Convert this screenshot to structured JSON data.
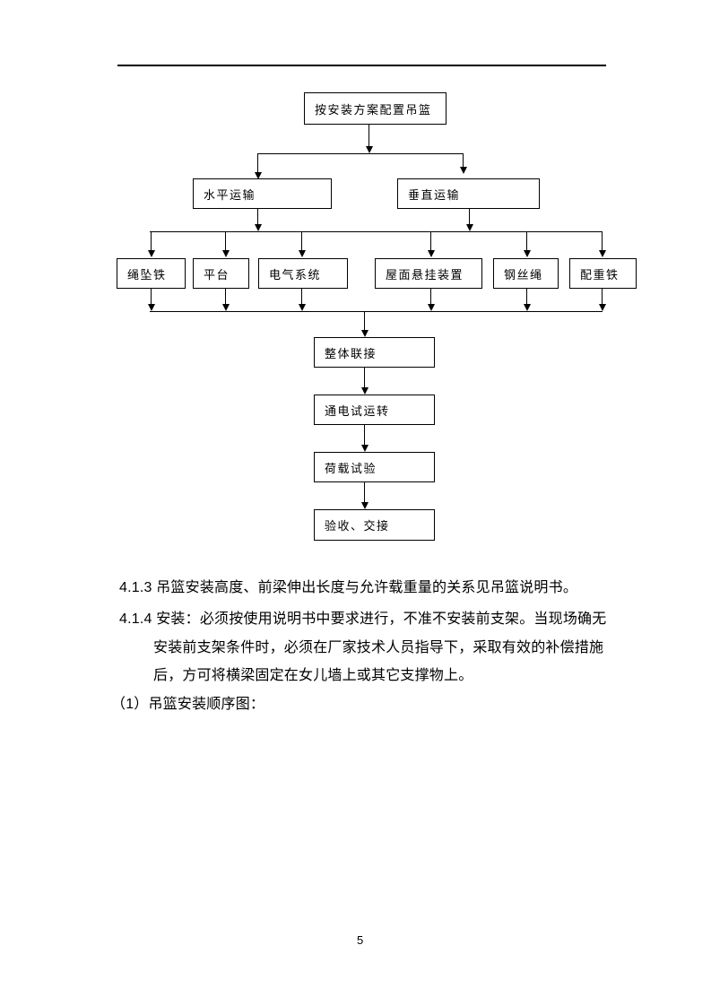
{
  "page": {
    "number": "5"
  },
  "flowchart": {
    "nodes": {
      "configure": {
        "label": "按安装方案配置吊篮"
      },
      "horizontal_transport": {
        "label": "水平运输"
      },
      "vertical_transport": {
        "label": "垂直运输"
      },
      "rope_weight": {
        "label": "绳坠铁"
      },
      "platform": {
        "label": "平台"
      },
      "electrical_system": {
        "label": "电气系统"
      },
      "roof_suspension": {
        "label": "屋面悬挂装置"
      },
      "wire_rope": {
        "label": "钢丝绳"
      },
      "counterweight": {
        "label": "配重铁"
      },
      "overall_connection": {
        "label": "整体联接"
      },
      "power_on_test_run": {
        "label": "通电试运转"
      },
      "load_test": {
        "label": "荷载试验"
      },
      "acceptance_handover": {
        "label": "验收、交接"
      }
    }
  },
  "body": {
    "lines": [
      {
        "text": "4.1.3 吊篮安装高度、前梁伸出长度与允许载重量的关系见吊篮说明书。"
      },
      {
        "text": "4.1.4 安装：必须按使用说明书中要求进行，不准不安装前支架。当现场确无"
      },
      {
        "text": "安装前支架条件时，必须在厂家技术人员指导下，采取有效的补偿措施"
      },
      {
        "text": "后，方可将横梁固定在女儿墙上或其它支撑物上。"
      },
      {
        "text": "（1）吊篮安装顺序图："
      }
    ]
  },
  "colors": {
    "ink": "#000000",
    "paper": "#ffffff"
  }
}
